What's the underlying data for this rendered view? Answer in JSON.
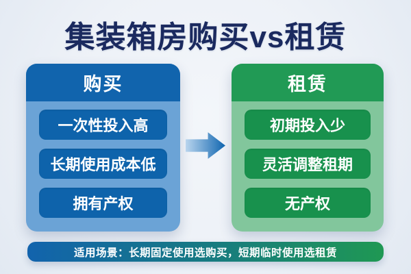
{
  "title": "集装箱房购买vs租赁",
  "comparison": {
    "buy": {
      "header": "购买",
      "items": [
        "一次性投入高",
        "长期使用成本低",
        "拥有产权"
      ],
      "header_color": "#1164ad",
      "item_color": "#0e63ab",
      "body_color": "#6ba3d6"
    },
    "rent": {
      "header": "租赁",
      "items": [
        "初期投入少",
        "灵活调整租期",
        "无产权"
      ],
      "header_color": "#219a55",
      "item_color": "#18914d",
      "body_color": "#82c69c"
    },
    "arrow_icon": "right-arrow",
    "arrow_gradient": [
      "#b9d5ee",
      "#1166b0"
    ]
  },
  "footer": {
    "note": "适用场景：长期固定使用选购买，短期临时使用选租赁",
    "gradient": [
      "#1263ad",
      "#1f9853"
    ]
  },
  "colors": {
    "title_text": "#1b2a5f",
    "background": "#edf1f7",
    "text_on_color": "#ffffff"
  }
}
